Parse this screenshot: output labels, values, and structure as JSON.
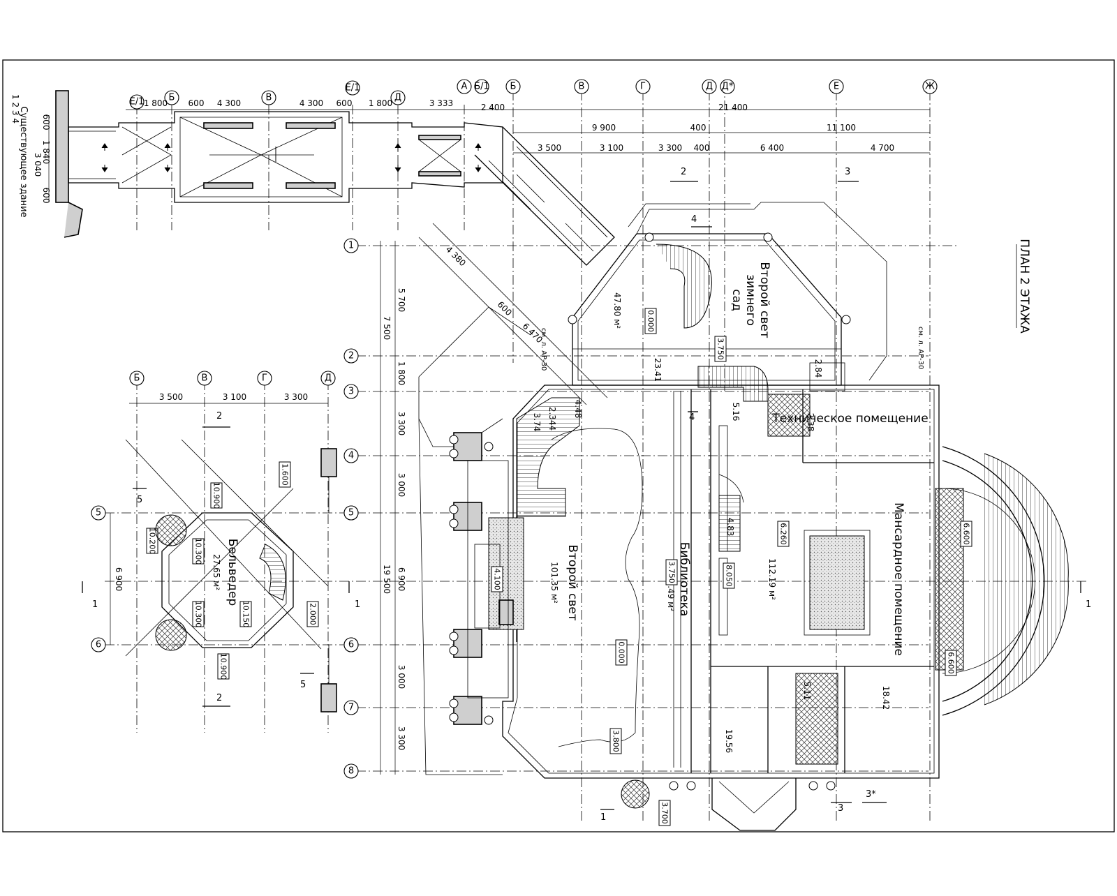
{
  "title": "ПЛАН 2 ЭТАЖА",
  "existing_building": "Существующее здание",
  "refs": [
    "см. л. АР-30",
    "см. л. АР-30"
  ],
  "rooms": [
    {
      "name": "Второй свет",
      "sub": "зимнего",
      "sub2": "сад",
      "area": "47.80 м²"
    },
    {
      "name": "Второй свет",
      "area": "101.35 м²"
    },
    {
      "name": "Библиотека",
      "area": "71.49 м²"
    },
    {
      "name": "Мансардное помещение",
      "area": "112.19 м²"
    },
    {
      "name": "Техническое помещение",
      "area": ""
    },
    {
      "name": "Бельведер",
      "area": "27.65 м²"
    }
  ],
  "small_areas": [
    "23.41",
    "2.84",
    "5.16",
    "2.38",
    "4.48",
    "3.74",
    "2.344",
    "4.83",
    "19.56",
    "18.42",
    "5.11"
  ],
  "levels": [
    "0.000",
    "3.750",
    "3.750",
    "6.260",
    "8.050",
    "0.000",
    "3.800",
    "3.700",
    "10.150",
    "10.900",
    "10.300",
    "10.200",
    "10.300",
    "10.900",
    "2.000",
    "1.600",
    "6.600",
    "6.600",
    "4.100"
  ],
  "col_axes_top": [
    "Е/1",
    "Б",
    "В",
    "Е/1",
    "Д",
    "А",
    "Б/1",
    "Б",
    "В",
    "Г",
    "Д",
    "Д*",
    "Е",
    "Ж"
  ],
  "row_axes_left": [
    "1",
    "2",
    "3",
    "4",
    "5",
    "6",
    "7",
    "8"
  ],
  "belv_axes": [
    "Б",
    "В",
    "Г",
    "Д",
    "5",
    "6",
    "5",
    "6"
  ],
  "dims_top": [
    "1 800",
    "600",
    "4 300",
    "4 300",
    "600",
    "1 800",
    "3 333",
    "2 400",
    "21 400"
  ],
  "dims_top2": [
    "9 900",
    "400",
    "11 100"
  ],
  "dims_top3": [
    "3 500",
    "3 100",
    "3 300",
    "400",
    "6 400",
    "4 700"
  ],
  "dims_left": [
    "5 700",
    "7 500",
    "1 800",
    "3 300",
    "3 000",
    "6 900",
    "19 500",
    "3 000",
    "3 300"
  ],
  "dims_belv": [
    "3 500",
    "3 100",
    "3 300",
    "6 900"
  ],
  "dims_corridor": [
    "600",
    "1 840",
    "3 040",
    "600"
  ],
  "diag_dims": [
    "4 380",
    "600",
    "6 470"
  ],
  "sections": [
    "1",
    "1",
    "2",
    "2",
    "2",
    "3",
    "3*",
    "3",
    "4",
    "4",
    "5",
    "5",
    "1",
    "1"
  ]
}
